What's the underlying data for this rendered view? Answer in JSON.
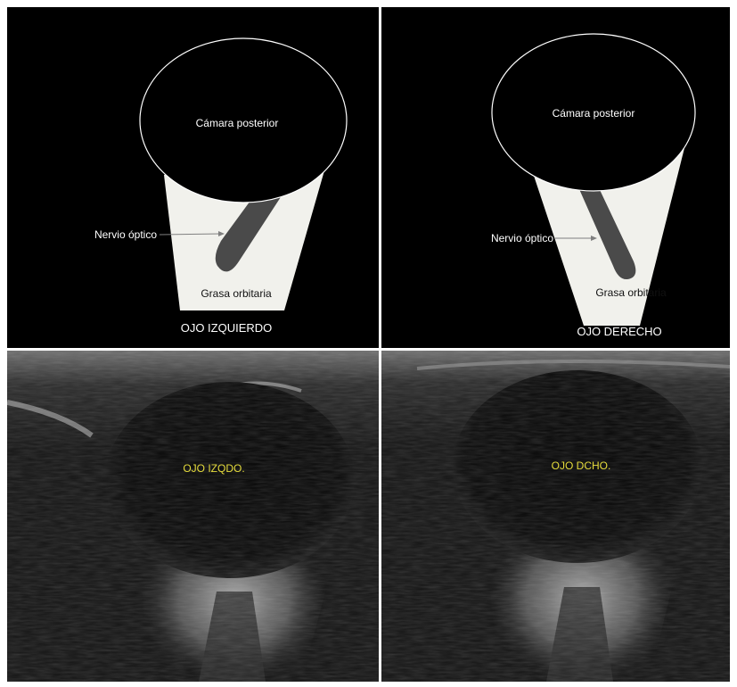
{
  "diagram_left": {
    "chamber_label": "Cámara posterior",
    "nerve_label": "Nervio óptico",
    "fat_label": "Grasa orbitaria",
    "caption": "OJO IZQUIERDO"
  },
  "diagram_right": {
    "chamber_label": "Cámara posterior",
    "nerve_label": "Nervio óptico",
    "fat_label": "Grasa orbitaria",
    "caption": "OJO DERECHO"
  },
  "ultrasound_left": {
    "label": "OJO IZQDO."
  },
  "ultrasound_right": {
    "label": "OJO DCHO."
  },
  "colors": {
    "background": "#000000",
    "cone_fill": "#f1f1ec",
    "nerve_fill": "#4a4a4a",
    "outline": "#ffffff",
    "ultrasound_label": "#e6dc3c"
  }
}
